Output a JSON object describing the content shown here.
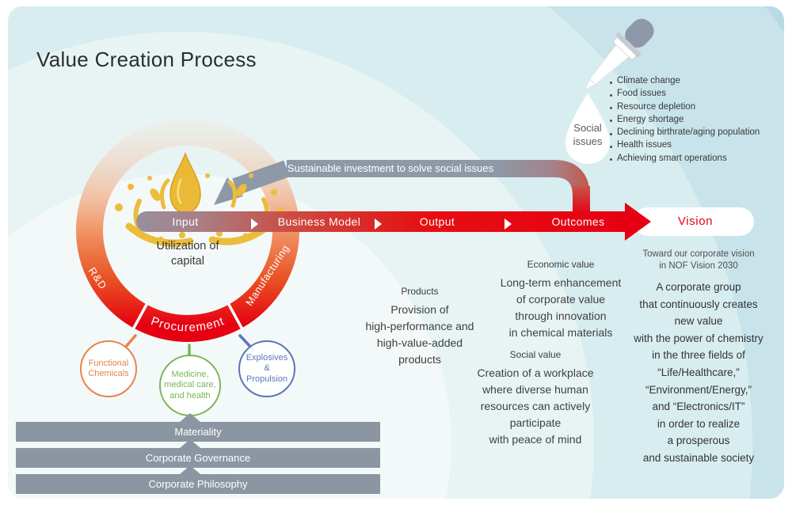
{
  "title": "Value Creation Process",
  "social_issues": {
    "drop_label": "Social\nissues",
    "items": [
      "Climate change",
      "Food issues",
      "Resource depletion",
      "Energy shortage",
      "Declining birthrate/aging population",
      "Health issues",
      "Achieving smart operations"
    ]
  },
  "investment_arrow": {
    "label": "Sustainable investment to solve social issues"
  },
  "process": {
    "stages": [
      "Input",
      "Business Model",
      "Output",
      "Outcomes"
    ],
    "vision_label": "Vision"
  },
  "cycle": {
    "center_label": "Utilization of\ncapital",
    "segments": [
      "R&D",
      "Procurement",
      "Manufacturing"
    ]
  },
  "fields": [
    {
      "label": "Functional\nChemicals",
      "color": "#e8834c"
    },
    {
      "label": "Medicine,\nmedical care,\nand health",
      "color": "#79b657"
    },
    {
      "label": "Explosives\n&\nPropulsion",
      "color": "#5c76b7"
    }
  ],
  "foundation": [
    "Materiality",
    "Corporate Governance",
    "Corporate Philosophy"
  ],
  "outputs": {
    "products_header": "Products",
    "products_body": "Provision of\nhigh-performance and\nhigh-value-added\nproducts"
  },
  "outcomes": {
    "economic_header": "Economic value",
    "economic_body": "Long-term enhancement\nof corporate value\nthrough innovation\nin chemical materials",
    "social_header": "Social value",
    "social_body": "Creation of a workplace\nwhere diverse human\nresources can actively\nparticipate\nwith peace of mind"
  },
  "vision": {
    "subtitle": "Toward our corporate vision\nin NOF Vision 2030",
    "body": "A corporate group\nthat continuously creates\nnew value\nwith the power of chemistry\nin the three fields of\n“Life/Healthcare,”\n“Environment/Energy,”\nand “Electronics/IT”\nin order to realize\na prosperous\nand sustainable society"
  },
  "colors": {
    "brand_red": "#e60012",
    "investment_gray": "#8e99a8",
    "foundation_gray": "#8b96a2",
    "capital_gold": "#eaba36"
  }
}
